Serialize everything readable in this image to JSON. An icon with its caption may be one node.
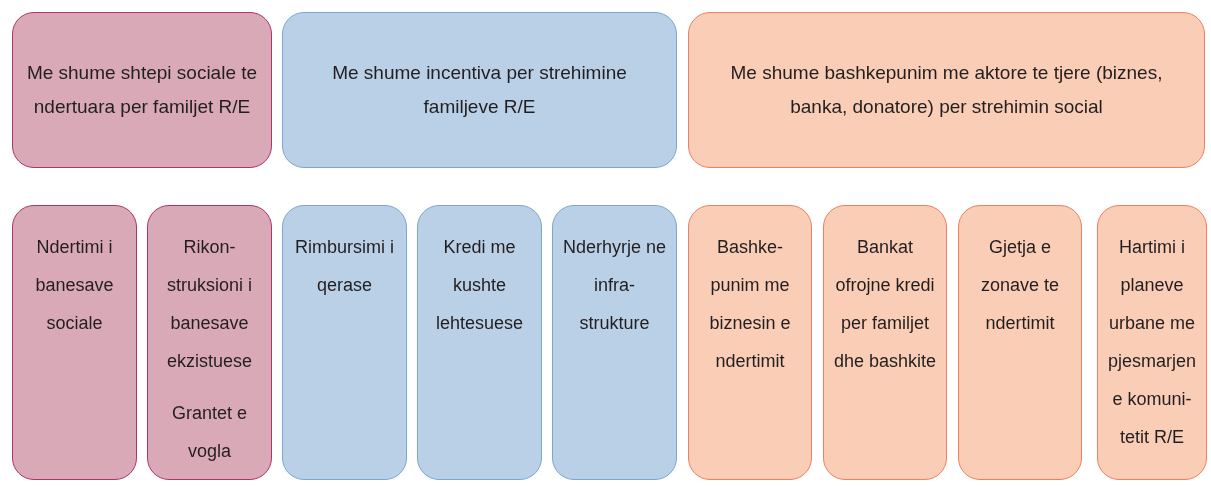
{
  "diagram": {
    "nodes": [
      {
        "text": [
          "Me shume shtepi sociale te ndertuara per familjet R/E"
        ]
      },
      {
        "text": [
          "Me shume incentiva per strehimine familjeve R/E"
        ]
      },
      {
        "text": [
          "Me shume bashkepunim me aktore te tjere (biznes, banka, donatore) per strehimin social"
        ]
      },
      {
        "text": [
          "Ndertimi i banesave sociale"
        ]
      },
      {
        "text": [
          "Rikon- struksioni i banesave ekzistuese",
          "Grantet e vogla"
        ]
      },
      {
        "text": [
          "Rimbursimi i qerase"
        ]
      },
      {
        "text": [
          "Kredi me kushte lehtesuese"
        ]
      },
      {
        "text": [
          "Nderhyrje ne infra- strukture"
        ]
      },
      {
        "text": [
          "Bashke- punim me biznesin e ndertimit"
        ]
      },
      {
        "text": [
          "Bankat ofrojne kredi per familjet dhe bashkite"
        ]
      },
      {
        "text": [
          "Gjetja e zonave te ndertimit"
        ]
      },
      {
        "text": [
          "Hartimi i planeve urbane me pjesmarjen e komuni- tetit R/E"
        ]
      }
    ]
  }
}
